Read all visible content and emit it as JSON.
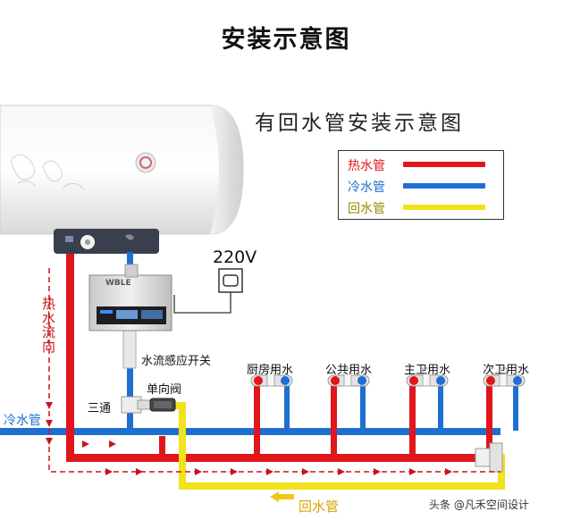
{
  "title": "安装示意图",
  "subtitle": "有回水管安装示意图",
  "legend": [
    {
      "label": "热水管",
      "color": "#e0161b"
    },
    {
      "label": "冷水管",
      "color": "#1f6fd1"
    },
    {
      "label": "回水管",
      "color": "#f2e21a"
    }
  ],
  "colors": {
    "hot": "#e0161b",
    "cold": "#1f6fd1",
    "return": "#f2e21a"
  },
  "voltage": "220V",
  "device_label": "水流感应开关",
  "hot_flow_label": "热水流向",
  "cold_pipe_label": "冷水管",
  "tee_label": "三通",
  "check_valve_label": "单向阀",
  "return_pipe_label": "回水管",
  "fixtures": [
    "厨房用水",
    "公共用水",
    "主卫用水",
    "次卫用水"
  ],
  "watermark": "头条 @凡禾空间设计",
  "heater_brand": "WBLE"
}
